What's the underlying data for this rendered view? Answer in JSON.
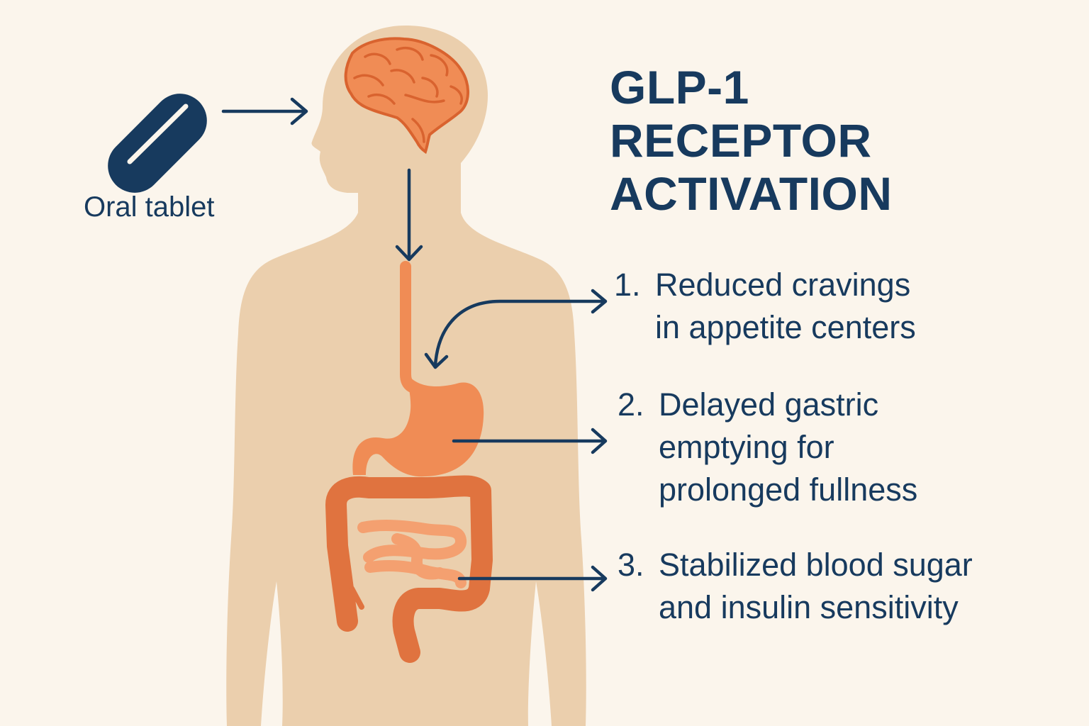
{
  "title": {
    "line1": "GLP-1",
    "line2": "RECEPTOR",
    "line3": "ACTIVATION"
  },
  "tablet": {
    "label": "Oral tablet"
  },
  "effects": [
    {
      "number": "1.",
      "lines": [
        "Reduced cravings",
        "in appetite centers"
      ]
    },
    {
      "number": "2.",
      "lines": [
        "Delayed gastric",
        "emptying for",
        "prolonged fullness"
      ]
    },
    {
      "number": "3.",
      "lines": [
        "Stabilized blood sugar",
        "and insulin sensitivity"
      ]
    }
  ],
  "colors": {
    "background": "#fbf5ec",
    "body_silhouette": "#ebcfad",
    "organ_orange": "#f08c55",
    "colon_orange": "#e0733f",
    "navy": "#173a5e"
  },
  "icons": [
    "tablet-icon",
    "brain-icon",
    "stomach-icon",
    "intestines-icon",
    "arrow-icon"
  ]
}
